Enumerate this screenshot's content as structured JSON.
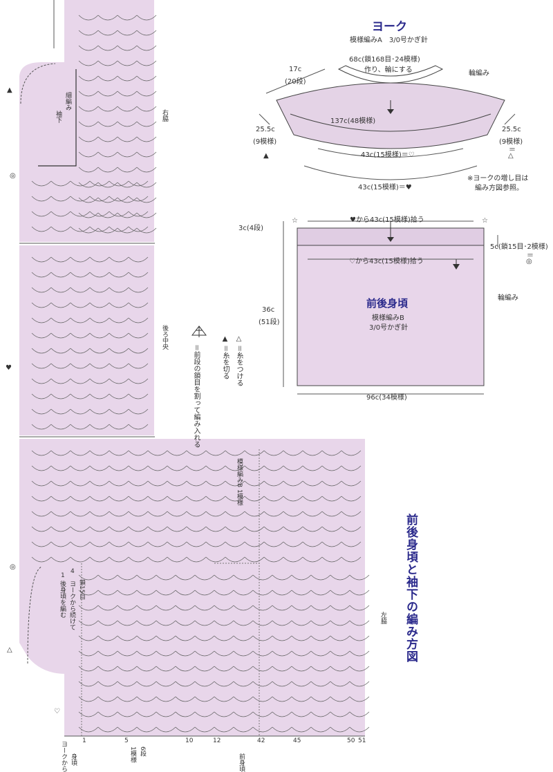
{
  "yoke": {
    "title": "ヨーク",
    "pattern": "模様編みA　3/0号かぎ針",
    "neck": "68c(鎖168目･24模様)",
    "neck_note": "作り、輪にする",
    "depth": "17c",
    "depth_rows": "(20段)",
    "ribbing": "輪編み",
    "mid": "137c(48模様)",
    "left_side": "25.5c",
    "left_side_sub": "(9模様)",
    "left_mark": "▲",
    "right_side": "25.5c",
    "right_side_sub": "(9模様)",
    "right_eq": "＝",
    "right_mark": "△",
    "inner": "43c(15模様)＝♡",
    "outer": "43c(15模様)＝♥",
    "note1": "※ヨークの増し目は",
    "note2": "編み方図参照。"
  },
  "body": {
    "top_pick": "♥から43c(15模様)拾う",
    "mid_pick": "♡から43c(15模様)拾う",
    "top_rows": "3c(4段)",
    "star": "☆",
    "side": "5c(鎖15目･2模様)",
    "side_eq": "＝",
    "side_mark": "◎",
    "title": "前後身頃",
    "pattern": "模様編みB",
    "hook": "3/0号かぎ針",
    "height": "36c",
    "height_rows": "(51段)",
    "ribbing": "輪編み",
    "width": "96c(34模様)"
  },
  "legend": {
    "attach": "△ ＝糸をつける",
    "cut": "▲ ＝糸を切る",
    "wrap": "＝前段の鎖目を割って編み入れる"
  },
  "diagram": {
    "title": "前後身頃と袖下の編み方図",
    "right_side_label": "右脇",
    "center_back": "後ろ中央",
    "left_side_label": "左脇",
    "pattern_b_unit": "模様編みB 1模様",
    "sleeve_edge": "細編み",
    "sleeve_under": "袖下",
    "note_chain": "鎖15目",
    "note_yoke": "ヨークから続けて",
    "note_body": "後身頃を編む",
    "heart": "♥",
    "mark_filled": "▲",
    "mark_open": "△",
    "mark_double": "◎",
    "open_heart": "♡",
    "row_numbers": [
      "1",
      "5",
      "10",
      "12",
      "42",
      "45",
      "50",
      "51"
    ],
    "row_4": "4",
    "row_1": "1",
    "bottom_labels": [
      "6段",
      "1模様",
      "身頃",
      "ヨークから",
      "前身頃"
    ]
  }
}
